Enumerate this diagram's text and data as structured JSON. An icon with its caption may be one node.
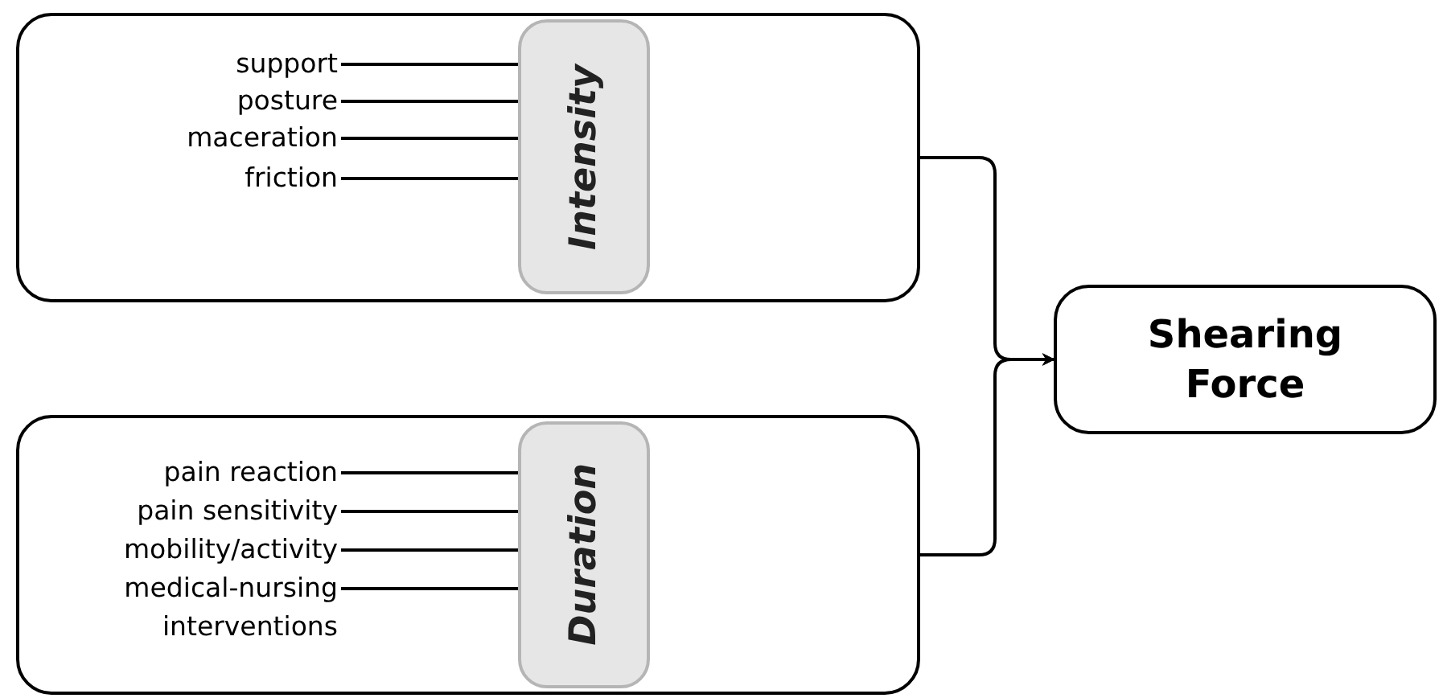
{
  "diagram": {
    "nodes": [
      {
        "text": [],
        "shape": "box"
      },
      {
        "text": [
          "Intensity"
        ],
        "in": 0
      },
      {
        "text": [
          "support"
        ],
        "in": 0
      },
      {
        "text": [
          "posture"
        ],
        "in": 0
      },
      {
        "text": [
          "maceration"
        ],
        "in": 0
      },
      {
        "text": [
          "friction"
        ],
        "in": 0
      },
      {
        "text": [],
        "shape": "box"
      },
      {
        "text": [
          "Duration"
        ],
        "in": 6
      },
      {
        "text": [
          "pain reaction"
        ],
        "in": 6
      },
      {
        "text": [
          "pain sensitivity"
        ],
        "in": 6
      },
      {
        "text": [
          "mobility/activity"
        ],
        "in": 6
      },
      {
        "text": [
          "medical-nursing interventions"
        ],
        "in": 6
      },
      {
        "text": [
          "Shearing Force"
        ]
      }
    ],
    "edges": [
      {
        "from": 2,
        "to": 1,
        "arrow": "none"
      },
      {
        "from": 3,
        "to": 1,
        "arrow": "none"
      },
      {
        "from": 4,
        "to": 1,
        "arrow": "none"
      },
      {
        "from": 5,
        "to": 1,
        "arrow": "none"
      },
      {
        "from": 8,
        "to": 7,
        "arrow": "none"
      },
      {
        "from": 9,
        "to": 7,
        "arrow": "none"
      },
      {
        "from": 10,
        "to": 7,
        "arrow": "none"
      },
      {
        "from": 11,
        "to": 7,
        "arrow": "none"
      },
      {
        "from": 0,
        "to": 12,
        "arrow": "to"
      },
      {
        "from": 6,
        "to": 12,
        "arrow": "to"
      }
    ]
  }
}
